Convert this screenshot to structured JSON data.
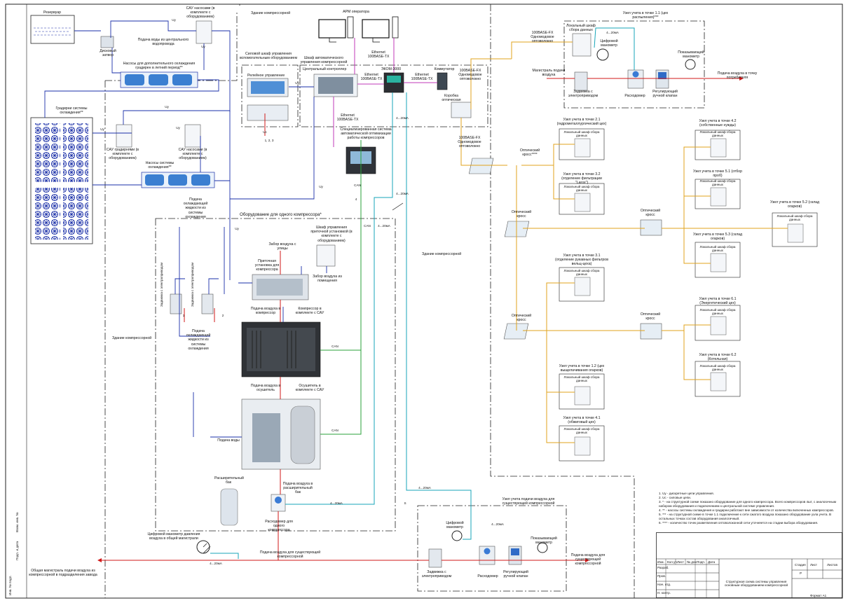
{
  "sections": {
    "reservoir": "Резервуар",
    "compressor_building_top": "Здание компрессорной",
    "compressor_building_left": "Здание компрессорной",
    "compressor_building_mid": "Здание компрессорной",
    "equipment_one_compressor": "Оборудование для одного компрессора*"
  },
  "labels": {
    "sau_pumps_top": "САУ насосами (в комплекте с оборудованием)",
    "water_supply": "Подача воды из центрального водопровода",
    "disk_valve": "Дисковый затвор",
    "pumps_summer": "Насосы для дополнительного охлаждения градирен в летний период**",
    "cooling_towers": "Градирни системы охлаждения**",
    "sau_towers": "САУ градирнями (в комплекте с оборудованием)",
    "sau_pumps_mid": "САУ насосами (в комплекте с оборудованием)",
    "cooling_pumps": "Насосы системы охлаждения**",
    "coolant_from_system": "Подача охлаждающей жидкости из системы охлаждения",
    "power_cabinet": "Силовой шкаф управления вспомогательным оборудованием",
    "relay_control": "Релейное управление",
    "auto_cabinet": "Шкаф автоматического управления компрессорной",
    "central_controller": "Центральный контроллер",
    "operator_ws": "АРМ оператора",
    "ethernet_tx_top": "Ethernet 100BASE-TX",
    "ethernet_tx_left": "Ethernet 100BASE-TX",
    "ethernet_tx_mid": "Ethernet 100BASE-TX",
    "ekom": "ЭКОМ-3000",
    "switch": "Коммутатор",
    "fx_single_mode_top": "100BASE-FX Одномодовое оптоволокно",
    "fx_single_mode_left": "100BASE-FX Одномодовое оптоволокно",
    "fx_single_mode_mid": "100BASE-FX Одномодовое оптоволокно",
    "optical_box": "Коробка оптическая",
    "ethernet_tx_bottom": "Ethernet 100BASE-TX",
    "special_system": "Специализированная система автоматической оптимизации работы компрессоров",
    "inlet_cabinet": "Шкаф управления приточной установкой (в комплекте с оборудованием)",
    "air_intake_outside": "Забор воздуха с улицы",
    "supply_unit": "Приточная установка для компрессора",
    "air_intake_room": "Забор воздуха из помещения",
    "air_to_compressor": "Подача воздуха в компрессор",
    "compressor_sau": "Компрессор в комплекте с САУ",
    "valves_motor_1": "Задвижка с электроприводом",
    "valves_motor_2": "Задвижка с электроприводом",
    "coolant_from_system2": "Подача охлаждающей жидкости из системы охлаждения",
    "air_to_dryer": "Подача воздуха в осушитель",
    "dryer_sau": "Осушитель в комплекте с САУ",
    "water_supply2": "Подача воды",
    "receiver": "Расширительный бак",
    "air_to_receiver": "Подача воздуха в расширительный бак",
    "flowmeter_one": "Расходомер для одного компрессора",
    "digital_manometer_main": "Цифровой манометр давления воздуха в общей магистрали",
    "main_line": "Общая магистраль подачи воздуха из компрессорной в подразделения завода",
    "air_existing_1": "Подача воздуха для существующей компрессорной",
    "air_existing_2": "Подача воздуха для существующей компрессорной",
    "node_existing": "Узел учета подачи воздуха для существующей компрессорной",
    "digital_manometer": "Цифровой манометр",
    "valve_motor_bottom": "Задвижка с электроприводом",
    "flowmeter": "Расходомер",
    "manual_valve": "Регулирующий ручной клапан",
    "indicating_manometer": "Показывающий манометр",
    "air_to_consumer": "Подача воздуха для существующей компрессорной",
    "node_1_1": "Узел учета в точке 1.1 (цех распыления)***",
    "local_cabinet": "Локальный шкаф сбора данных",
    "digital_manometer_11": "Цифровой манометр",
    "indicating_manometer_11": "Показывающий манометр",
    "air_main_line": "Магистраль подачи воздуха",
    "valve_motor_11": "Задвижка с электроприводом",
    "flowmeter_11": "Расходомер",
    "manual_valve_11": "Регулирующий ручной клапан",
    "air_to_consumer_11": "Подача воздуха в точку потребителя",
    "optical_cross": "Оптический кросс",
    "optical_cross_main": "Оптический кросс****"
  },
  "signals": {
    "uy": "Uy",
    "uc": "Uc",
    "can": "CAN",
    "ma": "4...20мА",
    "s": "S",
    "val_123": "1, 2, 3",
    "n1": "1",
    "n2": "2",
    "n4": "4"
  },
  "nodes": [
    {
      "title": "Узел учета в точке 2.1 (гидрометаллургический цех)"
    },
    {
      "title": "Узел учета в точке 3.2 (отделение фильтрации \"Larox\")"
    },
    {
      "title": "Узел учета в точке 3.1 (отделение рукавных фильтров вельц-цеха)"
    },
    {
      "title": "Узел учета в точке 1.2 (цех выщелачивания огарков)"
    },
    {
      "title": "Узел учета в точке 4.1 (обжиговый цех)"
    },
    {
      "title": "Узел учета в точке 4.2 (собственные нужды)"
    },
    {
      "title": "Узел учета в точке 5.1 (отбор проб)"
    },
    {
      "title": "Узел учета в точке 5.3 (склад огарков)"
    },
    {
      "title": "Узел учета в точке 5.2 (склад огарков)"
    },
    {
      "title": "Узел учета в точке 6.1 (Энергетический цех)"
    },
    {
      "title": "Узел учета в точке 6.2 (Котельная)"
    }
  ],
  "notes": [
    "1. Uy - дискретные цепи управления.",
    "2. Uc - силовые цепи.",
    "3. * - на структурной схеме показано оборудование для одного компрессора. Всего компрессоров 4шт, с аналогичным набором оборудования и подключением к центральной системе управления.",
    "4. ** - насосы системы охлаждения и градирни работают вне зависимости от количества включенных компрессоров.",
    "5. *** - на структурной схеме в точке 1.1 подключение к сети сжатого воздуха показано оборудование узла учета. В остальных точках состав оборудования аналогичный.",
    "6. **** - количество точек разветвления оптоволоконной сети уточняется на стадии выбора оборудования."
  ],
  "title_block": {
    "cols": [
      "Изм.",
      "Кол.уч.",
      "Лист",
      "№ док.",
      "Подп.",
      "Дата"
    ],
    "rows": [
      "Разраб.",
      "Пров.",
      "Нач. отд.",
      "Н. контр."
    ],
    "stage": "Стадия",
    "sheet": "Лист",
    "sheets": "Листов",
    "stage_value": "Р",
    "drawing_title": "Структурная схема системы управления основным оборудованием компрессорной",
    "format": "Формат А1"
  },
  "side_stamp": [
    "Инв. № подл.",
    "Подп. и дата",
    "Взам. инв. №"
  ],
  "colors": {
    "control": "#1a2fa8",
    "power": "#d11a1a",
    "can": "#2aa13a",
    "analog": "#17a5b8",
    "fiber": "#e0a31c",
    "ethernet": "#c238b8",
    "frame": "#222222"
  }
}
